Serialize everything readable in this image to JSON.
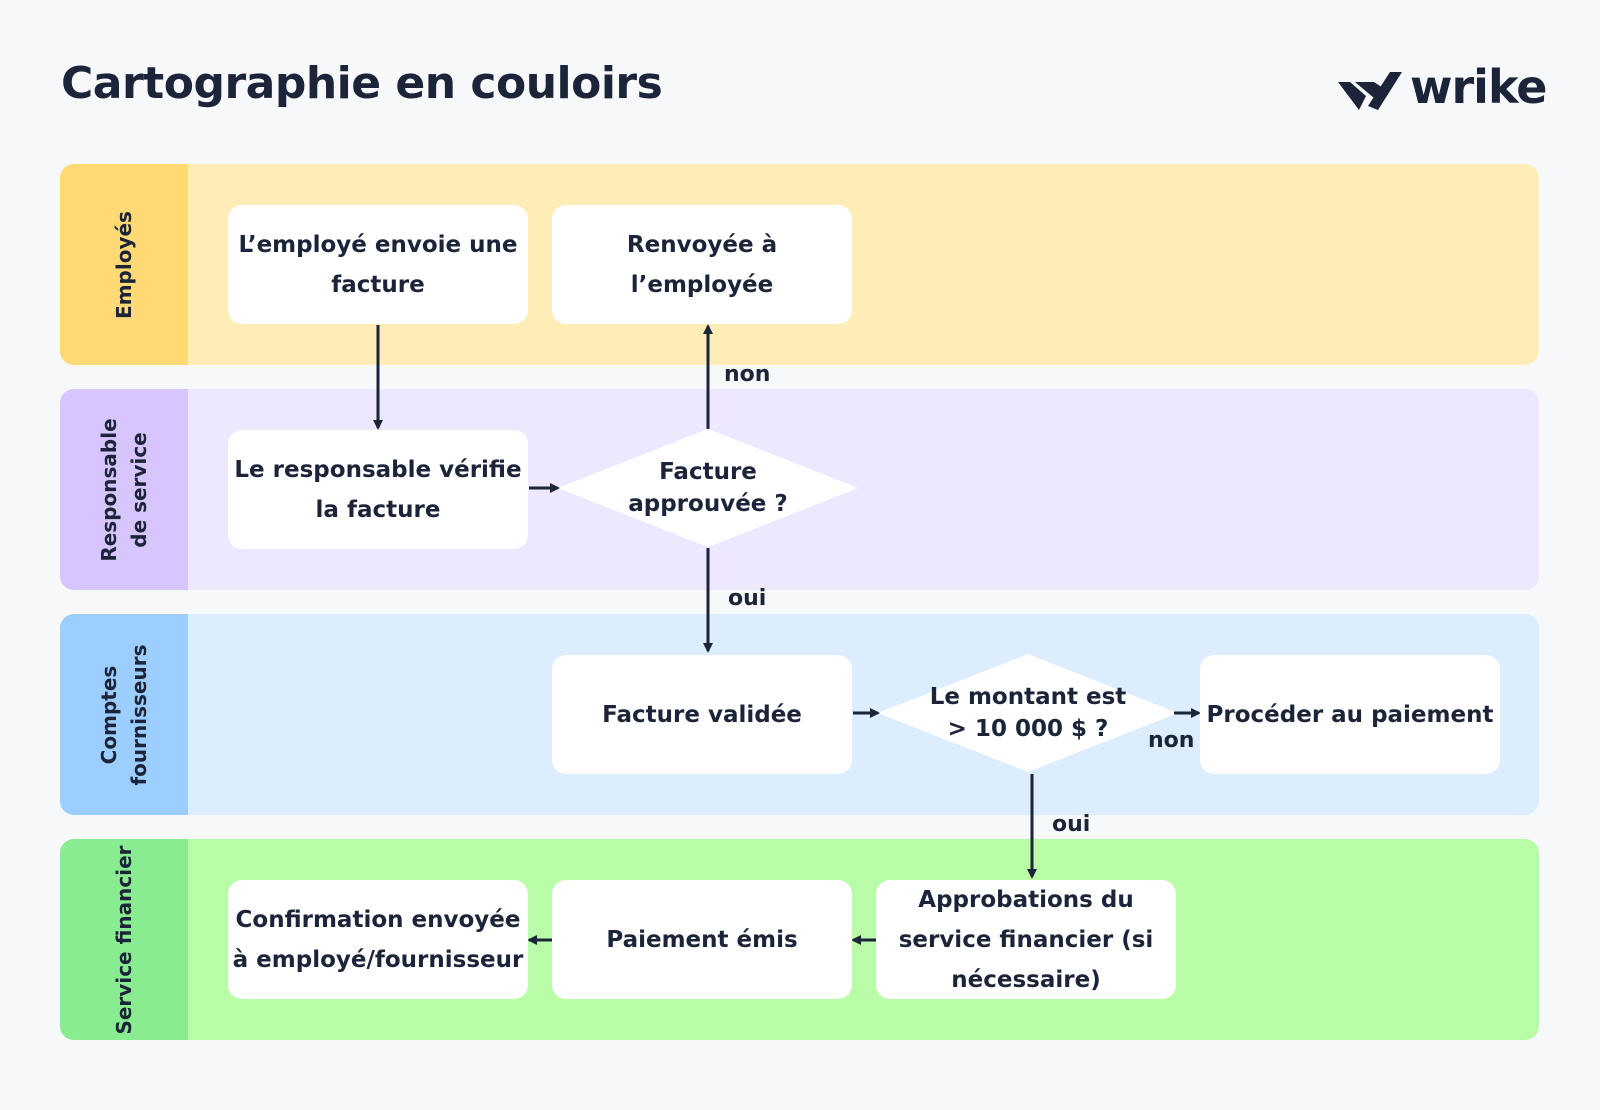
{
  "title": "Cartographie en couloirs",
  "logo": {
    "text": "wrike",
    "icon": "wrike-check-icon"
  },
  "lanes": [
    {
      "label": "Employés"
    },
    {
      "label": "Responsable\nde service"
    },
    {
      "label": "Comptes\nfournisseurs"
    },
    {
      "label": "Service financier"
    }
  ],
  "nodes": {
    "employee_sends": "L’employé envoie une facture",
    "returned_employee": "Renvoyée à l’employée",
    "manager_checks": "Le responsable vérifie la facture",
    "invoice_approved_q": "Facture\napprouvée ?",
    "invoice_validated": "Facture validée",
    "amount_q": "Le montant est\n> 10 000 $ ?",
    "proceed_payment": "Procéder au paiement",
    "finance_approvals": "Approbations du service financier (si nécessaire)",
    "payment_issued": "Paiement émis",
    "confirmation_sent": "Confirmation envoyée à employé/fournisseur"
  },
  "edge_labels": {
    "approved_no": "non",
    "approved_yes": "oui",
    "amount_no": "non",
    "amount_yes": "oui"
  },
  "colors": {
    "ink": "#1b2438",
    "lane_employes": "#ffedb8",
    "lane_responsable": "#eee8fe",
    "lane_comptes": "#dcedfe",
    "lane_finance": "#b8fca8"
  }
}
